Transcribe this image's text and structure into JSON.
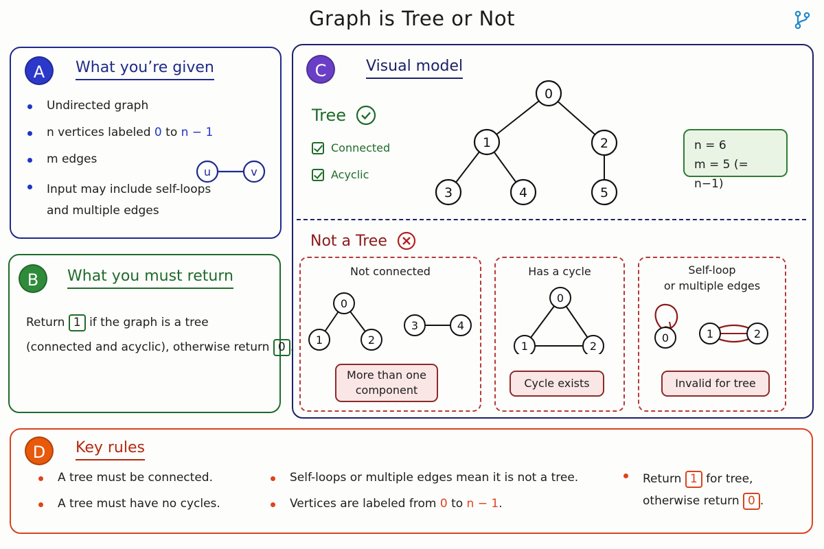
{
  "title": "Graph is Tree or Not",
  "colors": {
    "navy": "#1f2a8a",
    "green": "#1e6b2a",
    "purple": "#6a3fc7",
    "orange": "#e8590c",
    "red": "#8b1a1a"
  },
  "panel_a": {
    "badge": "A",
    "heading": "What you’re given",
    "item1": "Undirected graph",
    "item2_pre": "n vertices labeled ",
    "item2_zero": "0",
    "item2_mid": " to ",
    "item2_end": "n − 1",
    "item3": "m edges",
    "item4_line1": "Input may include self-loops",
    "item4_line2": "and multiple edges",
    "edge_u": "u",
    "edge_v": "v"
  },
  "panel_b": {
    "badge": "B",
    "heading": "What you must return",
    "text1": "Return",
    "box_one": "1",
    "text2": "if the graph is a tree",
    "text3": "(connected and acyclic), otherwise return",
    "box_zero": "0",
    "text4": "."
  },
  "panel_c": {
    "badge": "C",
    "heading": "Visual model",
    "tree_label": "Tree",
    "check_connected": "Connected",
    "check_acyclic": "Acyclic",
    "tree_nodes": [
      "0",
      "1",
      "2",
      "3",
      "4",
      "5"
    ],
    "info_n": "n = 6",
    "info_m": "m = 5 (= n−1)",
    "not_tree_label": "Not a Tree",
    "case1": {
      "title": "Not connected",
      "nodes": [
        "0",
        "1",
        "2",
        "3",
        "4"
      ],
      "pill_line1": "More than one",
      "pill_line2": "component"
    },
    "case2": {
      "title": "Has a cycle",
      "nodes": [
        "0",
        "1",
        "2"
      ],
      "pill": "Cycle exists"
    },
    "case3": {
      "title_line1": "Self-loop",
      "title_line2": "or multiple edges",
      "nodes": [
        "0",
        "1",
        "2"
      ],
      "pill": "Invalid for tree"
    }
  },
  "panel_d": {
    "badge": "D",
    "heading": "Key rules",
    "rule1": "A tree must be connected.",
    "rule2": "A tree must have no cycles.",
    "rule3": "Self-loops or multiple edges mean it is not a tree.",
    "rule4_pre": "Vertices are labeled from ",
    "rule4_zero": "0",
    "rule4_mid": " to ",
    "rule4_end": "n − 1",
    "rule4_dot": ".",
    "rule5_pre": "Return",
    "rule5_one": "1",
    "rule5_post": "for tree,",
    "rule6_pre": "otherwise return",
    "rule6_zero": "0",
    "rule6_dot": "."
  }
}
